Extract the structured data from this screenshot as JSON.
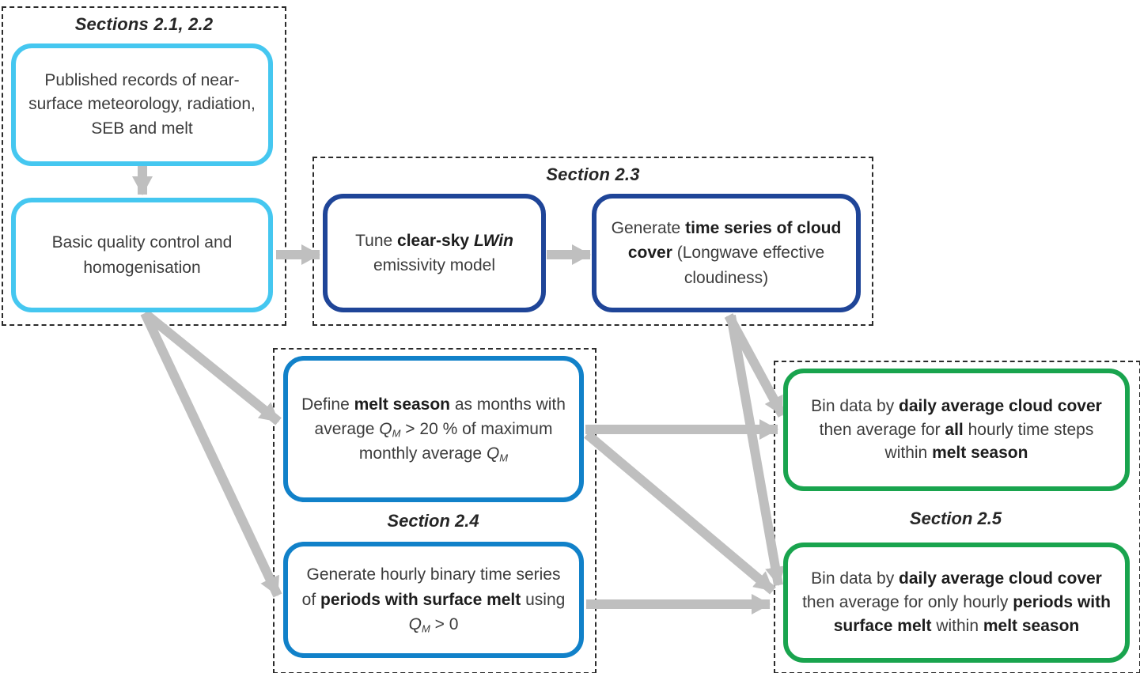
{
  "colors": {
    "cyan": "#45c7f0",
    "navy": "#1f4598",
    "blue": "#1181c9",
    "green": "#19a44e",
    "arrow": "#bfbfbf",
    "text": "#3c3c3c",
    "text_bold": "#1d1d1d"
  },
  "groups": {
    "g2122": {
      "label": "Sections 2.1, 2.2"
    },
    "g23": {
      "label": "Section 2.3"
    },
    "g24": {
      "label": "Section 2.4"
    },
    "g25": {
      "label": "Section 2.5"
    }
  },
  "boxes": {
    "published": {
      "segments": [
        {
          "t": "Published records of near-surface meteorology, radiation, SEB and melt"
        }
      ]
    },
    "quality_control": {
      "segments": [
        {
          "t": "Basic quality control and homogenisation"
        }
      ]
    },
    "tune_lwin": {
      "segments": [
        {
          "t": "Tune "
        },
        {
          "t": "clear-sky ",
          "b": true
        },
        {
          "t": "LWin",
          "b": true,
          "i": true
        },
        {
          "t": " emissivity model"
        }
      ]
    },
    "cloud_cover": {
      "segments": [
        {
          "t": "Generate "
        },
        {
          "t": "time series of cloud cover",
          "b": true
        },
        {
          "t": " (Longwave effective cloudiness)"
        }
      ]
    },
    "melt_season": {
      "segments": [
        {
          "t": "Define "
        },
        {
          "t": "melt season",
          "b": true
        },
        {
          "t": " as months with average "
        },
        {
          "t": "Q",
          "i": true
        },
        {
          "t": "M",
          "i": true,
          "sub": true
        },
        {
          "t": " > 20 % of maximum monthly average "
        },
        {
          "t": "Q",
          "i": true
        },
        {
          "t": "M",
          "i": true,
          "sub": true
        }
      ]
    },
    "binary_melt": {
      "segments": [
        {
          "t": "Generate hourly binary time series of "
        },
        {
          "t": "periods with surface melt",
          "b": true
        },
        {
          "t": " using "
        },
        {
          "t": "Q",
          "i": true
        },
        {
          "t": "M",
          "i": true,
          "sub": true
        },
        {
          "t": " > 0"
        }
      ]
    },
    "bin_all_hours": {
      "segments": [
        {
          "t": "Bin data by "
        },
        {
          "t": "daily average cloud cover",
          "b": true
        },
        {
          "t": " then average for "
        },
        {
          "t": "all",
          "b": true
        },
        {
          "t": " hourly time steps within "
        },
        {
          "t": "melt season",
          "b": true
        }
      ]
    },
    "bin_melt_periods": {
      "segments": [
        {
          "t": "Bin data by "
        },
        {
          "t": "daily average cloud cover",
          "b": true
        },
        {
          "t": " then average for only hourly "
        },
        {
          "t": "periods with surface melt",
          "b": true
        },
        {
          "t": " within "
        },
        {
          "t": "melt season",
          "b": true
        }
      ]
    }
  }
}
